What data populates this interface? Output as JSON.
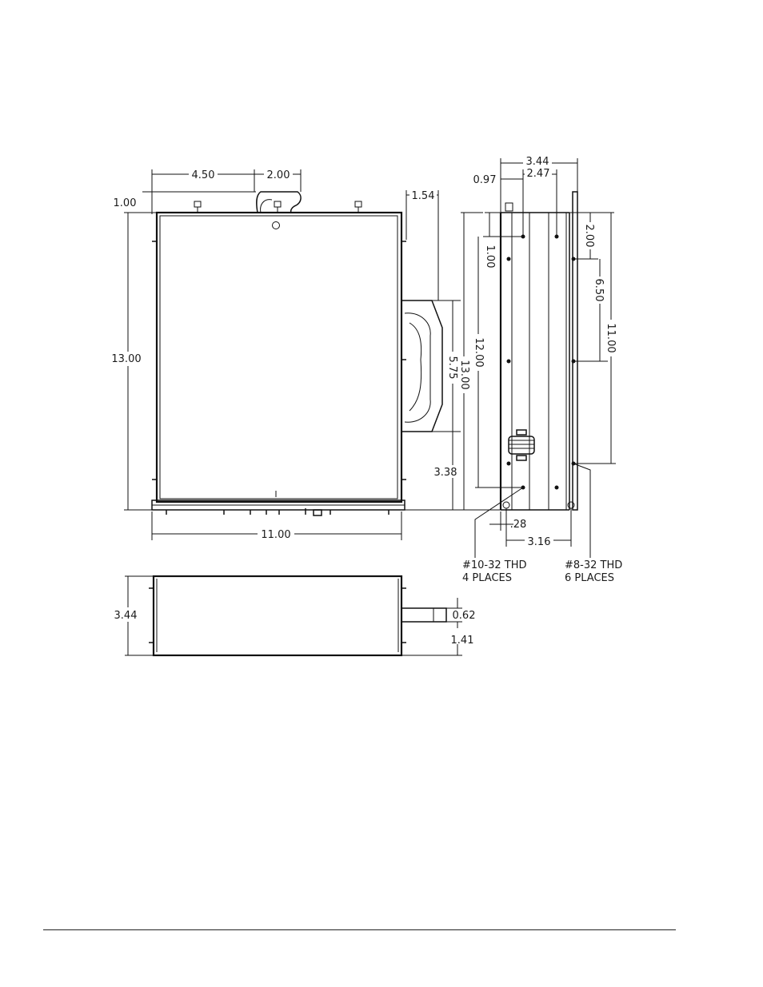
{
  "front_view": {
    "dim_top_left": "4.50",
    "dim_top_handle": "2.00",
    "dim_handle_height": "1.00",
    "dim_right_top": "1.54",
    "dim_height": "13.00",
    "dim_bracket_height": "5.75",
    "dim_bracket_offset": "3.38",
    "dim_width": "11.00"
  },
  "side_view": {
    "dim_overall_depth": "3.44",
    "dim_0_97": "0.97",
    "dim_2_47": "2.47",
    "dim_2_00": "2.00",
    "dim_1_00": "1.00",
    "dim_6_50": "6.50",
    "dim_11_00": "11.00",
    "dim_12_00": "12.00",
    "dim_13_00": "13.00",
    "dim_0_28": ".28",
    "dim_3_16": "3.16",
    "note_left_line1": "#10-32 THD",
    "note_left_line2": "4 PLACES",
    "note_right_line1": "#8-32 THD",
    "note_right_line2": "6 PLACES"
  },
  "bottom_view": {
    "dim_height": "3.44",
    "dim_0_62": "0.62",
    "dim_1_41": "1.41"
  }
}
